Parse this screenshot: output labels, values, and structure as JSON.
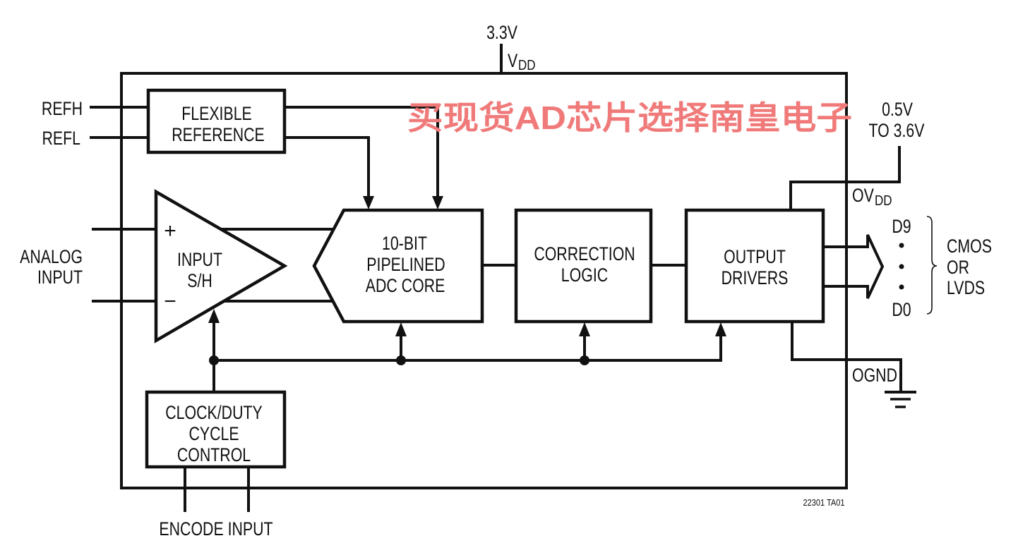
{
  "supply": {
    "voltage": "3.3V",
    "vdd": {
      "main": "V",
      "sub": "DD"
    }
  },
  "reference_inputs": {
    "refh": "REFH",
    "refl": "REFL"
  },
  "analog_input": {
    "lines": [
      "ANALOG",
      "INPUT"
    ],
    "plus": "+",
    "minus": "−"
  },
  "blocks": {
    "flexible_reference": [
      "FLEXIBLE",
      "REFERENCE"
    ],
    "input_sh": [
      "INPUT",
      "S/H"
    ],
    "adc_core": [
      "10-BIT",
      "PIPELINED",
      "ADC CORE"
    ],
    "correction_logic": [
      "CORRECTION",
      "LOGIC"
    ],
    "output_drivers": [
      "OUTPUT",
      "DRIVERS"
    ],
    "clock_control": [
      "CLOCK/DUTY",
      "CYCLE",
      "CONTROL"
    ]
  },
  "output_supply": {
    "range": [
      "0.5V",
      "TO 3.6V"
    ],
    "ovdd": {
      "main": "OV",
      "sub": "DD"
    }
  },
  "outputs": {
    "msb": "D9",
    "lsb": "D0",
    "format": [
      "CMOS",
      "OR",
      "LVDS"
    ]
  },
  "ground": "OGND",
  "encode_input": "ENCODE INPUT",
  "figure_code": "22301 TA01",
  "watermark": "买现货AD芯片选择南皇电子",
  "colors": {
    "line": "#111111",
    "watermark": "#f07a7a"
  }
}
